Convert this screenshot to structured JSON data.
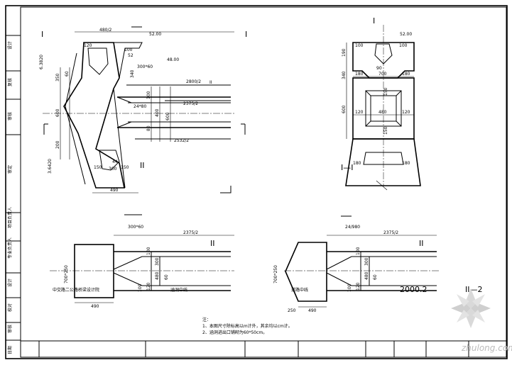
{
  "elevation": {
    "marks": [
      "I",
      "I"
    ],
    "dims": {
      "top_width": "480/2",
      "top_right": "52.00",
      "top_right2": "48.00",
      "haunch": "300*60",
      "box_half": "2800/2",
      "box_half2": "2375/2",
      "box_half3": "2532/2",
      "haunch2": "24*80",
      "bottom_width": "490",
      "d_100": "100",
      "d_300": "300",
      "d_340": "340",
      "d_150": "150",
      "d_150b": "150",
      "d_350": "350",
      "d_44": "44",
      "d_600": "600",
      "d_480": "480",
      "d_60": "60",
      "d_100b": "100",
      "d_200": "200",
      "d_350b": "350",
      "d_52": "52",
      "d_120": "120",
      "d_400": "400",
      "d_80": "80"
    },
    "levels": [
      "6.3820",
      "3.6420"
    ],
    "sec_mark_right": "II",
    "sec_mark_right2": "II"
  },
  "section_view": {
    "marks": [
      "I",
      "I"
    ],
    "dims": {
      "top": "52.00",
      "d_100": "100",
      "d_190": "190",
      "d_90": "90",
      "d_340": "340",
      "d_180": "180",
      "d_700": "700",
      "d_180b": "180",
      "d_100b": "100",
      "d_120": "120",
      "d_480": "480",
      "d_120b": "120",
      "d_600": "600",
      "d_180c": "180",
      "d_180d": "180",
      "d_150": "150",
      "d_150b": "150"
    },
    "label": "I—I"
  },
  "plan_left": {
    "dims": {
      "haunch": "300*60",
      "box_half": "2375/2",
      "d_100": "100",
      "d_300": "300",
      "d_60": "60",
      "d_480": "480",
      "d_120": "120",
      "d_100b": "100",
      "side": "700*250",
      "bottom": "490"
    },
    "mark": "II",
    "annotations": [
      "中交路二公路桥梁设计院",
      "涵洞中线"
    ]
  },
  "plan_right": {
    "dims": {
      "haunch": "24/980",
      "box_half": "2375/2",
      "d_100": "100",
      "d_300": "300",
      "d_60": "60",
      "d_480": "480",
      "d_120": "120",
      "d_100b": "100",
      "side": "700*250",
      "bottom": "490",
      "dia": "250"
    },
    "mark": "II",
    "annotations": [
      "道路中线",
      "2000.2"
    ],
    "section_label": "II—2"
  },
  "notes": {
    "title": "注：",
    "lines": [
      "1、本图尺寸除标高以m计外，其余均以cm计。",
      "2、涵洞进出口铺砌为60*50cm。"
    ]
  },
  "title_block": {
    "left_labels": [
      "设计",
      "复核",
      "审核",
      "审定",
      "项目负责人",
      "专业负责人",
      "设计",
      "校对",
      "审核",
      "日期"
    ]
  },
  "watermark": "zhulong.com"
}
